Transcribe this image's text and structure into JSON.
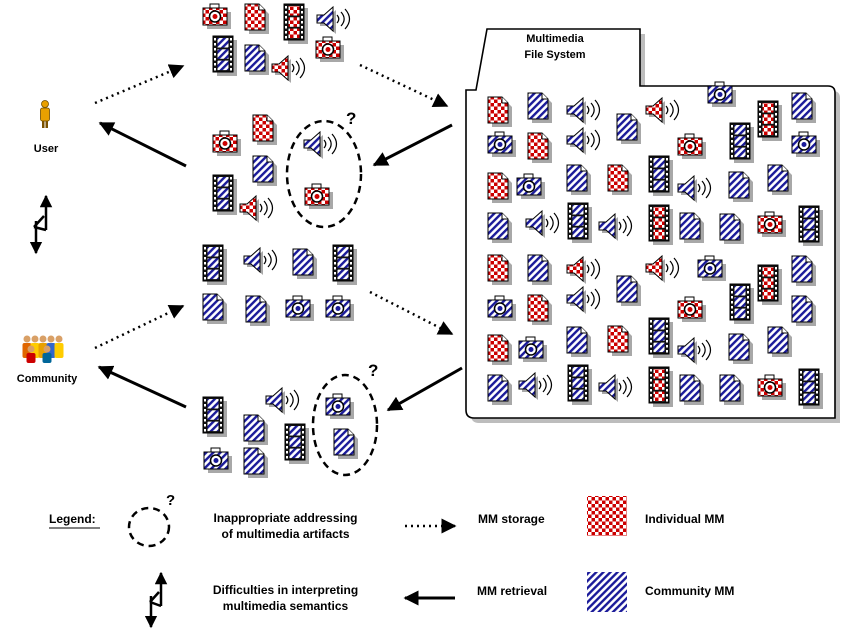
{
  "actors": {
    "user_label": "User",
    "community_label": "Community"
  },
  "folder": {
    "title_line1": "Multimedia",
    "title_line2": "File System"
  },
  "annotations": {
    "question_mark": "?"
  },
  "legend": {
    "heading": "Legend:",
    "inappropriate_line1": "Inappropriate addressing",
    "inappropriate_line2": "of multimedia artifacts",
    "difficulties_line1": "Difficulties in interpreting",
    "difficulties_line2": "multimedia semantics",
    "mm_storage": "MM storage",
    "mm_retrieval": "MM retrieval",
    "individual_mm": "Individual MM",
    "community_mm": "Community MM"
  },
  "colors": {
    "individual": "#cc0000",
    "community": "#1a1a99",
    "outline": "#000000",
    "user_figure": "#e8a000"
  },
  "icon_types": [
    "camera-icon",
    "document-icon",
    "film-icon",
    "speaker-icon"
  ]
}
